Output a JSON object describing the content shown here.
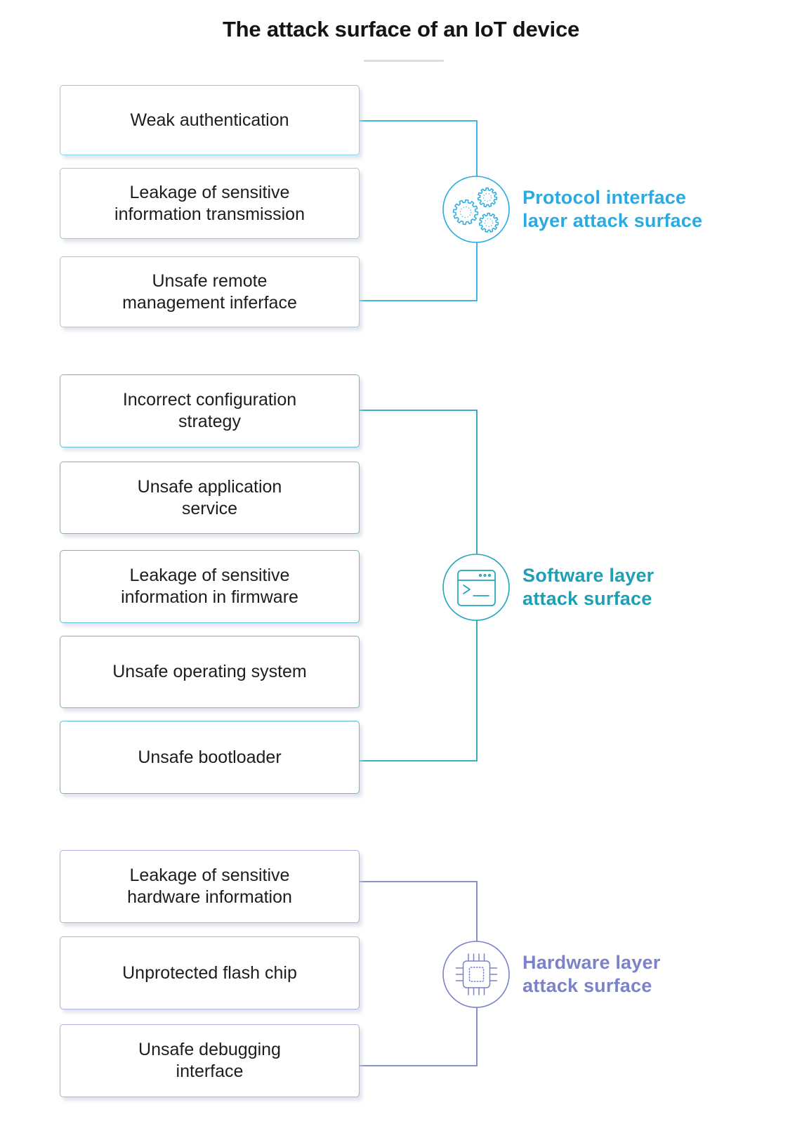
{
  "title": "The attack surface of an IoT device",
  "groups": [
    {
      "id": "protocol",
      "label": "Protocol interface\nlayer attack surface",
      "accent": "#29abe2",
      "box_border": "#85d3f3",
      "icon": "gears-icon",
      "boxes": [
        "Weak authentication",
        "Leakage of sensitive\ninformation transmission",
        "Unsafe remote\nmanagement inferface"
      ]
    },
    {
      "id": "software",
      "label": "Software layer\nattack surface",
      "accent": "#1f9fb4",
      "box_border": "#5fbad9",
      "icon": "terminal-icon",
      "boxes": [
        "Incorrect configuration\nstrategy",
        "Unsafe application\nservice",
        "Leakage of sensitive\ninformation in firmware",
        "Unsafe operating system",
        "Unsafe bootloader"
      ]
    },
    {
      "id": "hardware",
      "label": "Hardware layer\nattack surface",
      "accent": "#7b82c8",
      "box_border": "#acaede",
      "icon": "chip-icon",
      "boxes": [
        "Leakage of sensitive\nhardware information",
        "Unprotected flash chip",
        "Unsafe debugging\ninterface"
      ]
    }
  ]
}
